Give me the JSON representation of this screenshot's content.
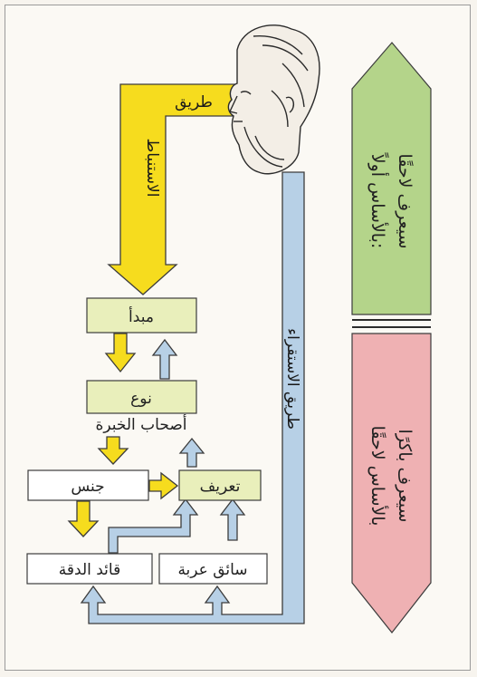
{
  "colors": {
    "deduction_arrow": "#f6dc1e",
    "induction_arrow": "#b7d0e6",
    "box_fill": "#e9efbb",
    "box_plain": "#ffffff",
    "green_shape": "#b4d48a",
    "pink_shape": "#efb1b3"
  },
  "arrows": {
    "deduction_label_top": "طريق",
    "deduction_label_vertical": "الاستنباط",
    "induction_label": "طريق الاستقراء"
  },
  "boxes": {
    "principle": "مبدأ",
    "type": "نوع",
    "experts": "أصحاب الخبرة",
    "genus": "جنس",
    "definition": "تعريف",
    "precision_leader": "قائد الدقة",
    "cart_driver": "سائق عربة"
  },
  "panels": {
    "green_line1": "بالأساس أولاً:",
    "green_line2": "سيعرف لاحقًا",
    "pink_line1": "بالأساس لاحقًا",
    "pink_line2": "سيعرف باكرًا"
  },
  "icons": {
    "head": "bearded-man-head"
  }
}
